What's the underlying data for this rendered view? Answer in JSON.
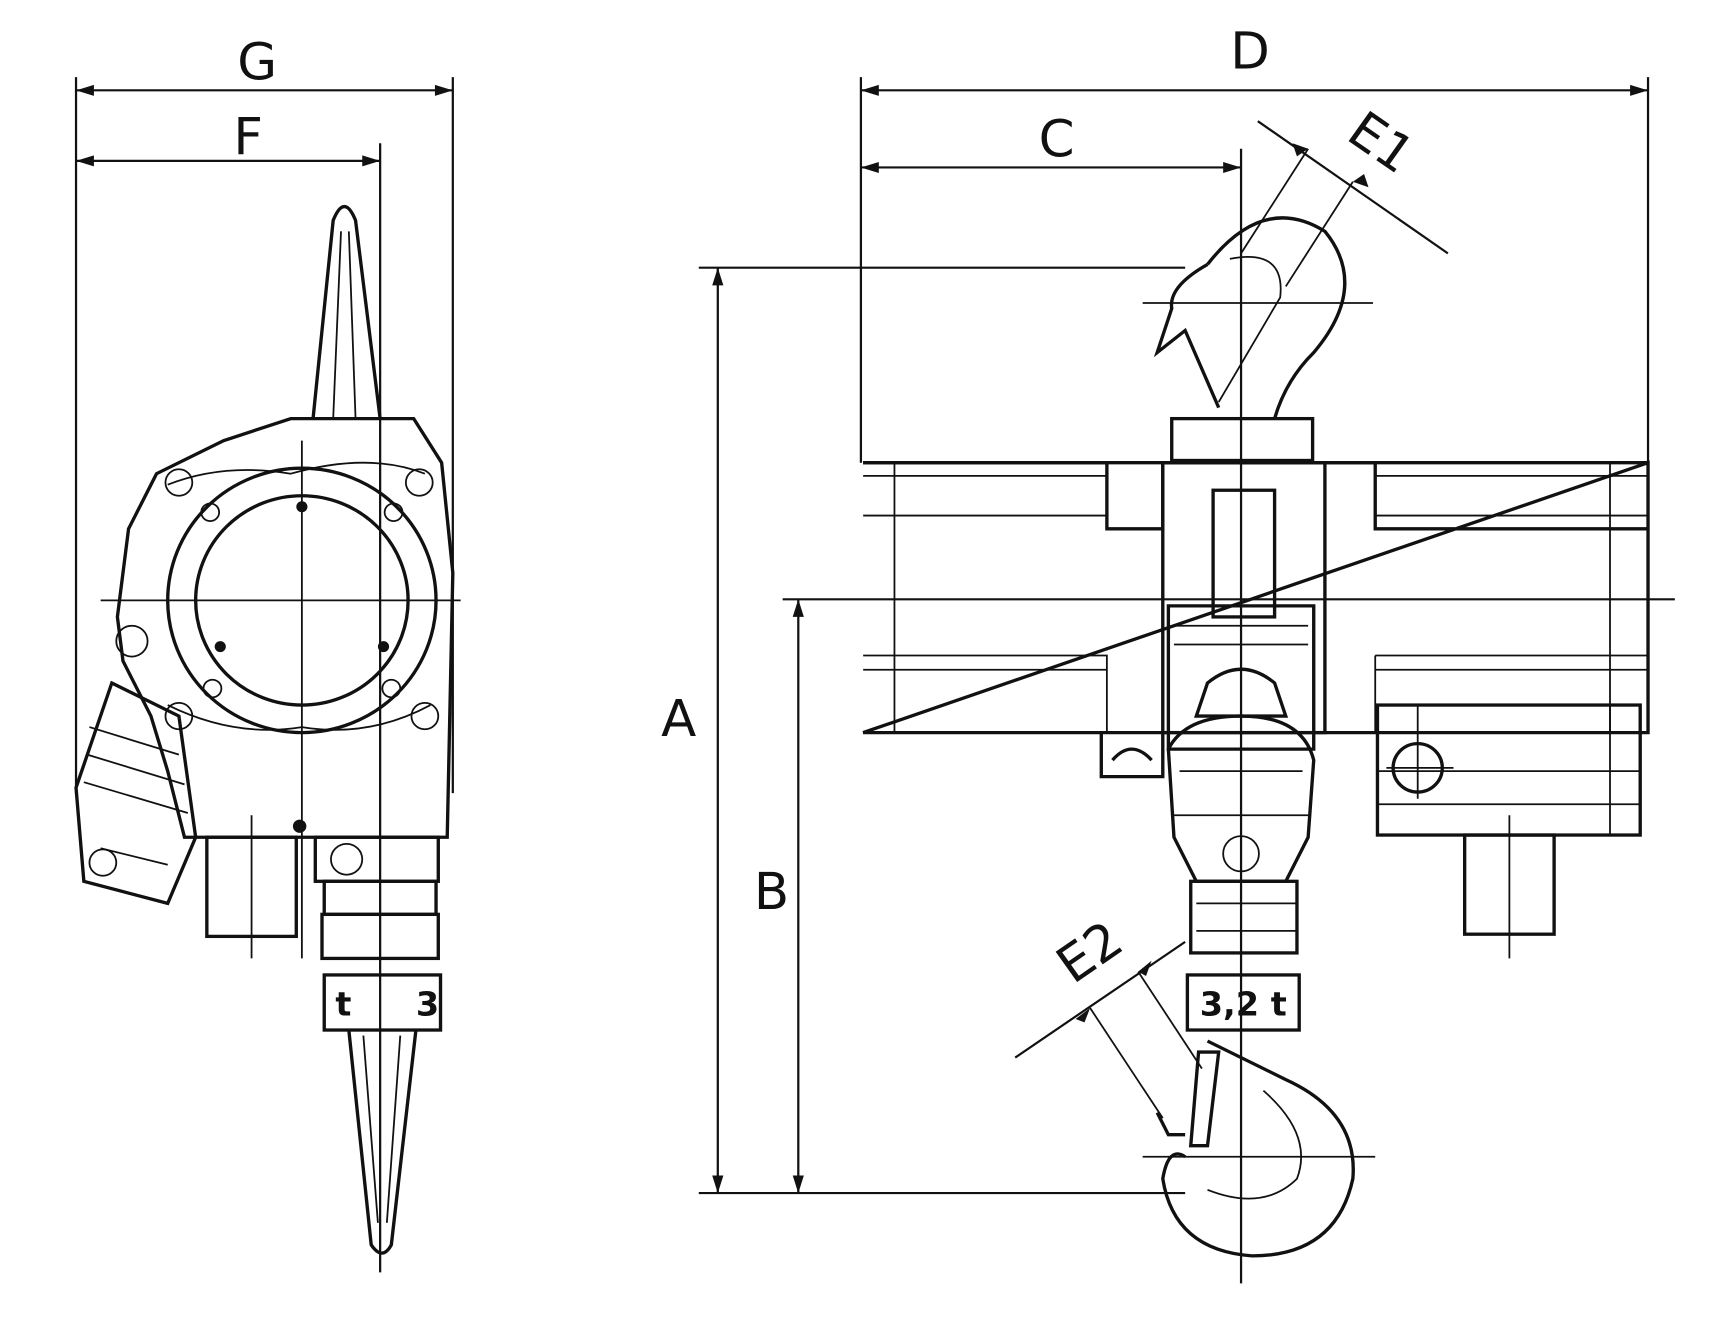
{
  "title": "Hoist dimension drawing",
  "dimensions": {
    "G": "G",
    "F": "F",
    "D": "D",
    "C": "C",
    "E1": "E1",
    "E2": "E2",
    "A": "A",
    "B": "B"
  },
  "capacity_label_front": "3,2 t",
  "capacity_label_side_left": "t",
  "capacity_label_side_right": "3",
  "colors": {
    "line": "#111111",
    "background": "#ffffff"
  }
}
